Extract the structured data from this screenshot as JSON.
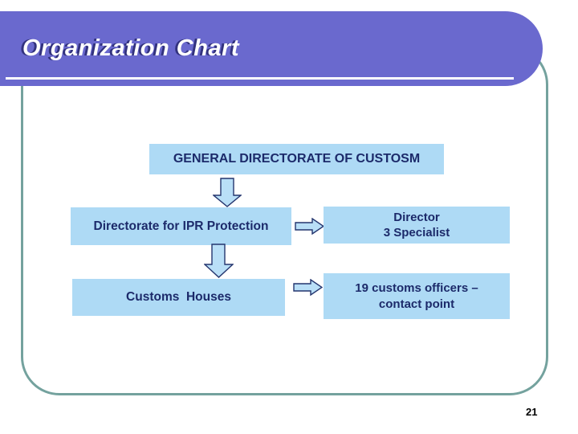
{
  "slide": {
    "title": "Organization Chart",
    "page_number": "21"
  },
  "org_chart": {
    "root_label": "GENERAL DIRECTORATE OF CUSTOSM",
    "row1": {
      "left_label": "Directorate for IPR Protection",
      "right_line1": "Director",
      "right_line2": "3 Specialist"
    },
    "row2": {
      "left_label": "Customs  Houses",
      "right_line1": "19 customs officers –",
      "right_line2": "contact point"
    }
  },
  "icons": {
    "down_arrow": "block-down-arrow",
    "right_arrow": "block-right-arrow"
  },
  "colors": {
    "banner": "#6A69CE",
    "banner_text": "#FFFFFF",
    "banner_text_shadow": "#32327E",
    "frame_border": "#74A29E",
    "box_fill": "#AEDAF5",
    "box_text": "#1C2A6A",
    "arrow_fill": "#B9DFF7",
    "arrow_stroke": "#24356E",
    "page_number_color": "#000000"
  }
}
